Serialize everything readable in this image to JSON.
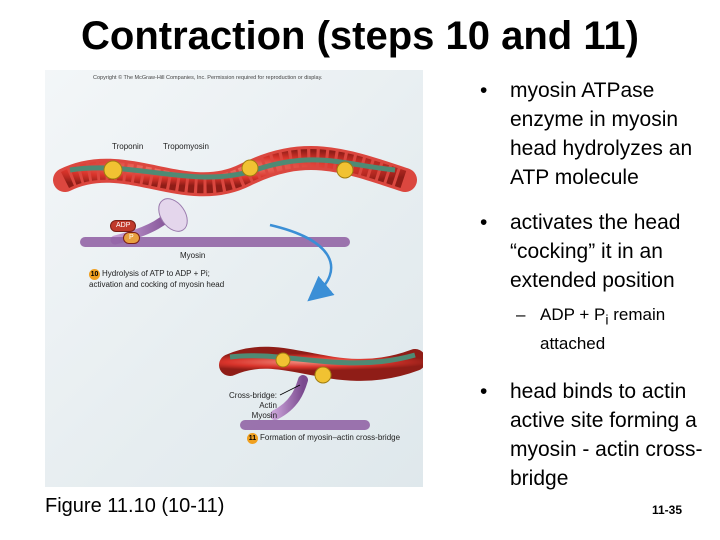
{
  "slide": {
    "title": "Contraction (steps 10 and 11)",
    "caption": "Figure 11.10 (10-11)",
    "slide_number": "11-35"
  },
  "figure": {
    "copyright": "Copyright © The McGraw-Hill Companies, Inc. Permission required for reproduction or display.",
    "labels": {
      "troponin": "Troponin",
      "tropomyosin": "Tropomyosin",
      "adp": "ADP",
      "p": "P",
      "myosin": "Myosin",
      "cross_bridge_line1": "Cross-bridge:",
      "cross_bridge_line2": "Actin",
      "cross_bridge_line3": "Myosin"
    },
    "steps": [
      {
        "number": "10",
        "line1": "Hydrolysis of ATP to ADP + Pi;",
        "line2": "activation and cocking of myosin head"
      },
      {
        "number": "11",
        "line1": "Formation of myosin–actin cross-bridge",
        "line2": ""
      }
    ]
  },
  "bullets": [
    {
      "text": "myosin ATPase enzyme in myosin head hydrolyzes an ATP molecule"
    },
    {
      "text": "activates the head “cocking” it in an extended position"
    },
    {
      "text": "head binds to actin active site forming a myosin - actin cross-bridge"
    }
  ],
  "sub_bullet": {
    "prefix": "ADP + P",
    "subscript": "i",
    "suffix": " remain attached"
  },
  "colors": {
    "actin": "#d9342b",
    "tropomyosin": "#4f8a74",
    "troponin": "#f1c232",
    "myosin": "#8e5ea2",
    "arrow": "#3b8fd6"
  }
}
